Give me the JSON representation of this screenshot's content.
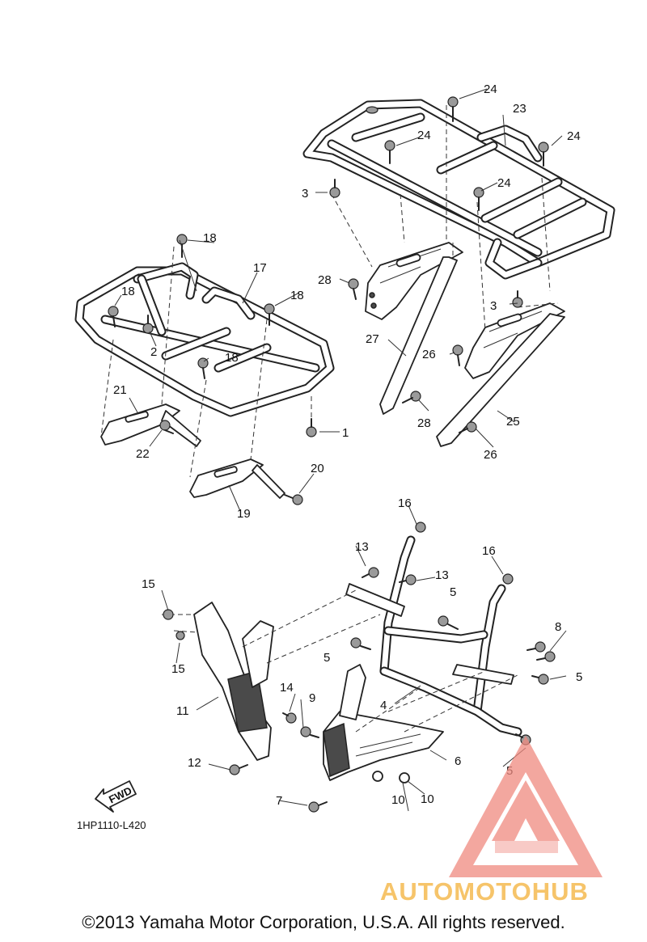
{
  "diagram": {
    "callouts": [
      "1",
      "2",
      "3",
      "3",
      "4",
      "5",
      "5",
      "5",
      "5",
      "6",
      "7",
      "8",
      "9",
      "10",
      "10",
      "11",
      "12",
      "13",
      "13",
      "14",
      "15",
      "15",
      "16",
      "16",
      "17",
      "18",
      "18",
      "18",
      "18",
      "19",
      "20",
      "21",
      "22",
      "23",
      "24",
      "24",
      "24",
      "24",
      "25",
      "26",
      "26",
      "27",
      "28",
      "28"
    ],
    "fwd_label": "FWD",
    "diagram_code": "1HP1110-L420"
  },
  "footer": {
    "copyright": "©2013 Yamaha Motor Corporation, U.S.A. All rights reserved."
  },
  "watermark": {
    "brand": "AUTOMOTOHUB",
    "colors": {
      "accent": "#f08a80",
      "gold": "#f6c46a",
      "grey": "#5a5a5a"
    }
  }
}
